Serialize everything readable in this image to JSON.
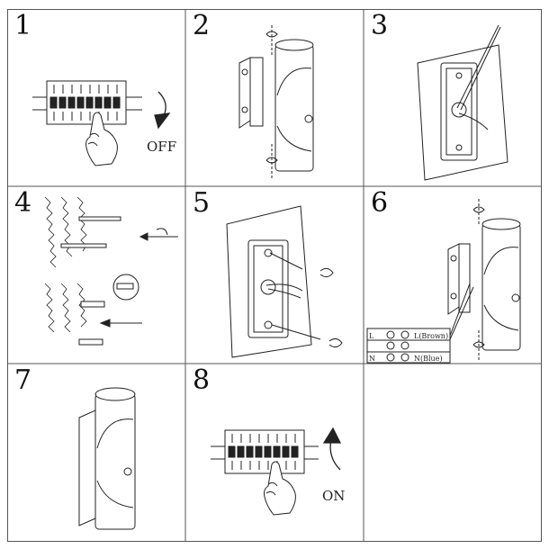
{
  "steps": [
    {
      "number": "1",
      "label": "OFF"
    },
    {
      "number": "2"
    },
    {
      "number": "3"
    },
    {
      "number": "4"
    },
    {
      "number": "5"
    },
    {
      "number": "6",
      "wire_l": "L",
      "wire_l_color": "L(Brown)",
      "wire_n": "N",
      "wire_n_color": "N(Blue)"
    },
    {
      "number": "7"
    },
    {
      "number": "8",
      "label": "ON"
    },
    {
      "number": ""
    }
  ],
  "colors": {
    "line": "#222222",
    "grid": "#555555",
    "background": "#ffffff"
  },
  "icons": [
    "breaker-panel-icon",
    "hand-icon",
    "arrow-icon",
    "wall-lamp-icon",
    "mounting-plate-icon",
    "drill-icon",
    "screw-icon",
    "wall-plug-icon",
    "terminal-block-icon",
    "rotate-icon"
  ]
}
